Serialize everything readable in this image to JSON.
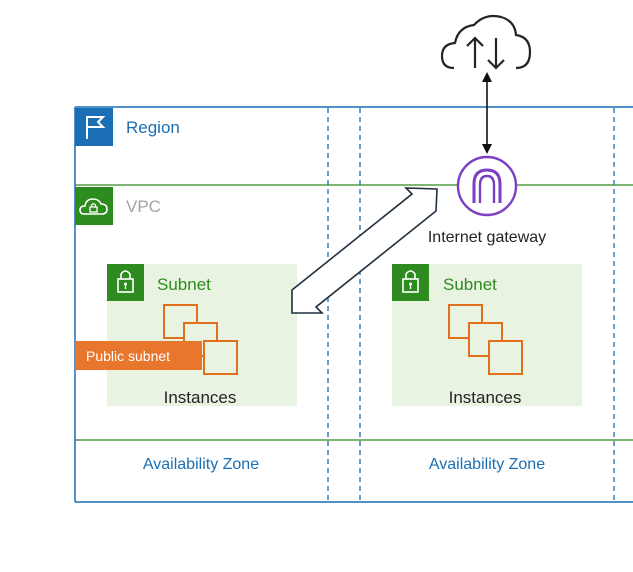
{
  "diagram": {
    "region_label": "Region",
    "vpc_label": "VPC",
    "internet_gateway_label": "Internet gateway",
    "public_subnet_label": "Public subnet",
    "availability_zones": [
      {
        "label": "Availability Zone"
      },
      {
        "label": "Availability Zone"
      }
    ],
    "subnets": [
      {
        "label": "Subnet",
        "instances_label": "Instances"
      },
      {
        "label": "Subnet",
        "instances_label": "Instances"
      }
    ],
    "colors": {
      "region": "#1a6fb5",
      "vpc": "#2e8b1f",
      "subnet_fill": "#e9f3e2",
      "instance": "#e0701c",
      "gateway": "#7a3fc2",
      "public_badge": "#e8762d"
    },
    "icons": {
      "region": "flag-icon",
      "vpc": "cloud-lock-icon",
      "subnet": "padlock-icon",
      "internet": "cloud-upload-download-icon",
      "gateway": "internet-gateway-icon",
      "instances": "stacked-instances-icon"
    }
  }
}
